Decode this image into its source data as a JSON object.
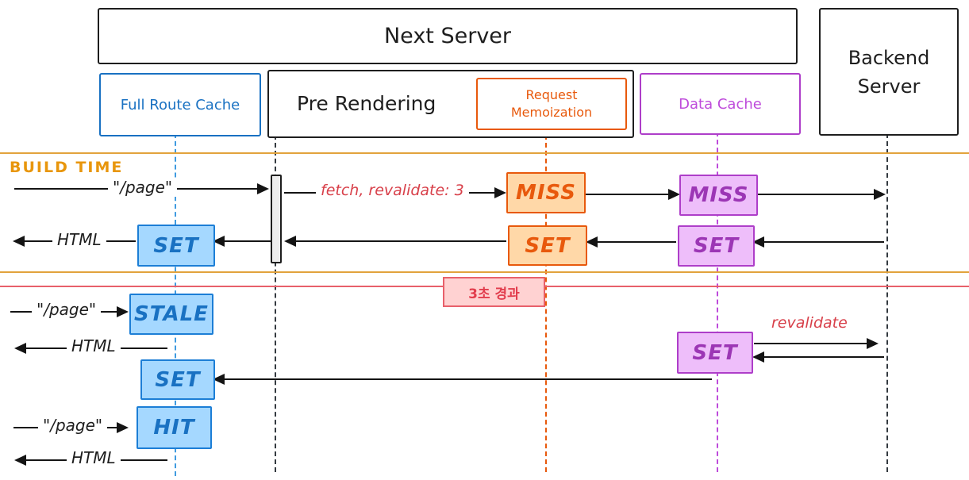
{
  "actors": {
    "next_server": "Next Server",
    "backend_server": "Backend Server",
    "full_route_cache": "Full Route Cache",
    "pre_rendering": "Pre Rendering",
    "request_memoization": "Request Memoization",
    "data_cache": "Data Cache"
  },
  "phases": {
    "build_time": "BUILD TIME",
    "elapsed": "3초 경과"
  },
  "messages": {
    "page_request": "\"/page\"",
    "fetch_revalidate": "fetch, revalidate: 3",
    "html_response": "HTML",
    "revalidate": "revalidate"
  },
  "states": {
    "route_set_1": "SET",
    "memo_miss": "MISS",
    "memo_set": "SET",
    "data_miss": "MISS",
    "data_set_1": "SET",
    "route_stale": "STALE",
    "data_set_2": "SET",
    "route_set_2": "SET",
    "route_hit": "HIT"
  },
  "colors": {
    "blue_stroke": "#1c7ed6",
    "blue_fill": "#a5d8ff",
    "orange_stroke": "#e8590c",
    "orange_fill": "#ffd8a8",
    "purple_stroke": "#ae3ec9",
    "purple_fill": "#eebefa",
    "gold_line": "#e2a33c",
    "red_line": "#e8606b",
    "red_text": "#d8404a",
    "ink": "#1e1e1e"
  }
}
